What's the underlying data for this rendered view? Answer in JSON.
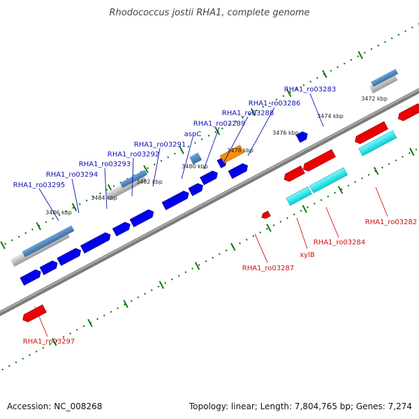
{
  "title": "Rhodococcus jostii RHA1, complete genome",
  "accession": "Accession: NC_008268",
  "topology": "Topology: linear; Length: 7,804,765 bp; Genes: 7,274",
  "colors": {
    "backbone": "#808080",
    "tick": "#0a7a0a",
    "forward_cds": "#0000ee",
    "reverse_cds": "#ee0000",
    "rna": "#ff8c00",
    "blast_blue": "#4682b4",
    "blast_cyan": "#00eeee",
    "label_blue": "#1010b0",
    "label_red": "#cc1010"
  },
  "ticks": {
    "unit": "kbp",
    "labels": [
      "3472 kbp",
      "3474 kbp",
      "3476 kbp",
      "3478 kbp",
      "3480 kbp",
      "3482 kbp",
      "3484 kbp",
      "3486 kbp"
    ]
  },
  "labels_top": [
    "RHA1_ro03283",
    "RHA1_ro03286",
    "RHA1_ro03288",
    "RHA1_ro03289",
    "aspC",
    "RHA1_ro03291",
    "RHA1_ro03292",
    "RHA1_ro03293",
    "RHA1_ro03294",
    "RHA1_ro03295"
  ],
  "labels_bottom": [
    "RHA1_ro03282",
    "RHA1_ro03284",
    "xylB",
    "RHA1_ro03287",
    "RHA1_ro03297"
  ]
}
